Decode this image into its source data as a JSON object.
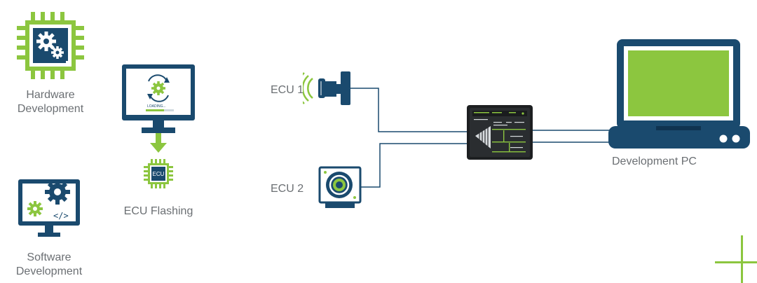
{
  "labels": {
    "hardware_line1": "Hardware",
    "hardware_line2": "Development",
    "software_line1": "Software",
    "software_line2": "Development",
    "ecu_flashing": "ECU Flashing",
    "ecu1": "ECU 1",
    "ecu2": "ECU 2",
    "dev_pc": "Development PC",
    "loading": "LOADING...",
    "chip_text": "ECU"
  },
  "colors": {
    "navy": "#1a4a6e",
    "green": "#8cc63f",
    "text": "#6b6f73",
    "line": "#1a4a6e"
  },
  "icons": {
    "hardware": "chip-gear-icon",
    "software": "monitor-gear-code-icon",
    "flashing": "monitor-loading-arrow-chip-icon",
    "ecu1": "wireless-sensor-icon",
    "ecu2": "camera-sensor-icon",
    "interface": "interface-device-icon",
    "pc": "laptop-icon"
  }
}
